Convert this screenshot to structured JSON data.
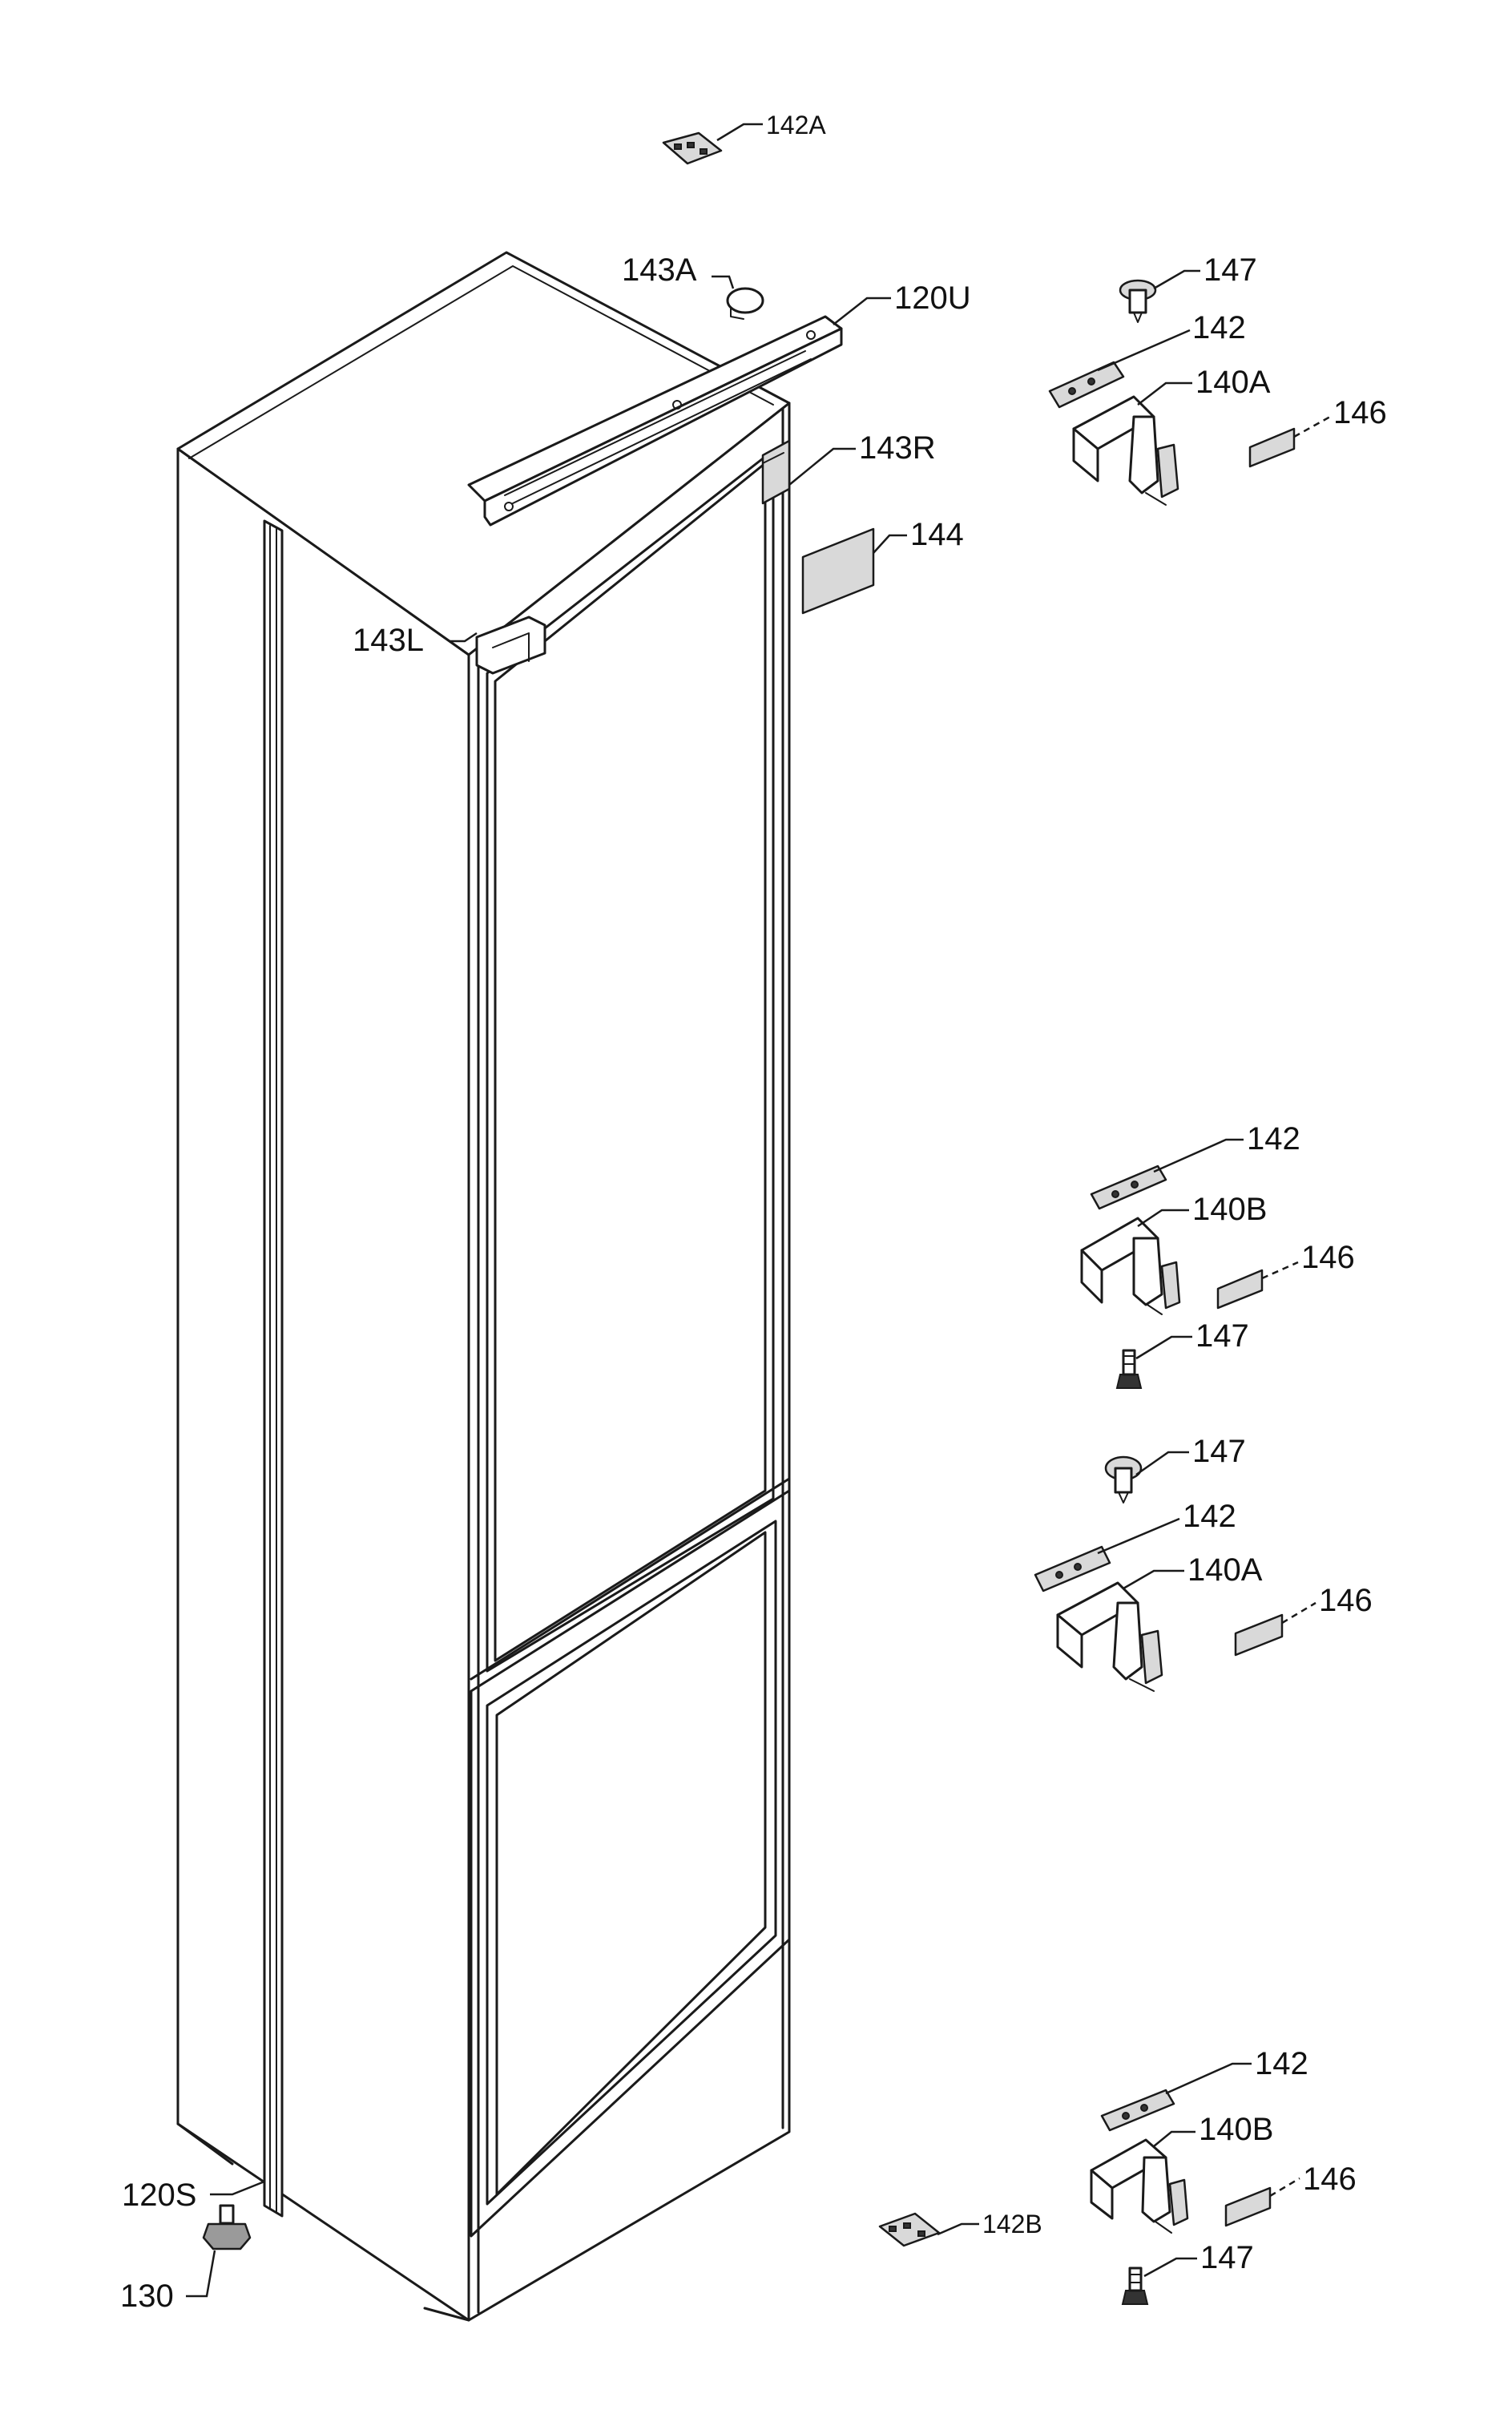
{
  "labels": {
    "l142A": "142A",
    "l143A": "143A",
    "l120U": "120U",
    "l147a": "147",
    "l142a": "142",
    "l140Aa": "140A",
    "l146a": "146",
    "l143R": "143R",
    "l144": "144",
    "l143L": "143L",
    "l142b": "142",
    "l140Ba": "140B",
    "l146b": "146",
    "l147b": "147",
    "l147c": "147",
    "l142c": "142",
    "l140Ab": "140A",
    "l146c": "146",
    "l142d": "142",
    "l140Bb": "140B",
    "l146d": "146",
    "l142B": "142B",
    "l147d": "147",
    "l120S": "120S",
    "l130": "130"
  }
}
